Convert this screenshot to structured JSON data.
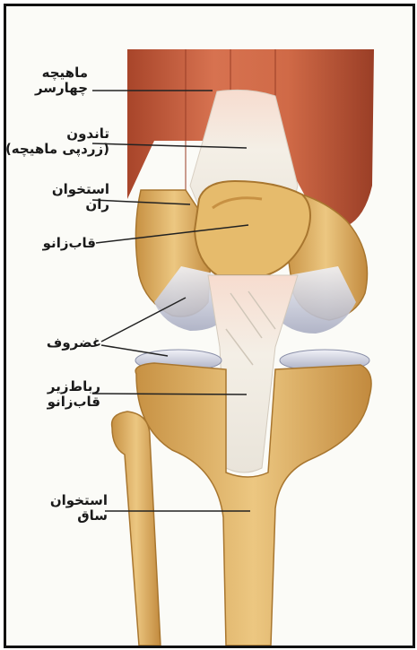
{
  "labels": {
    "quadriceps": [
      "ماهیچه",
      "چهارسر"
    ],
    "tendon": [
      "تاندون",
      "(زردپی ماهیچه)"
    ],
    "femur": [
      "استخوان",
      "ران"
    ],
    "patella": [
      "قاب‌زانو"
    ],
    "cartilage": [
      "غضروف"
    ],
    "patellar_ligament": [
      "رباط‌زیر",
      "قاب‌زانو"
    ],
    "tibia": [
      "استخوان",
      "ساق"
    ]
  },
  "colors": {
    "frame": "#111111",
    "muscle": "#c8603a",
    "tendon": "#f2ece2",
    "bone": "#e2b66a",
    "cartilage": "#d9dbe8",
    "leader_line": "#222222"
  }
}
